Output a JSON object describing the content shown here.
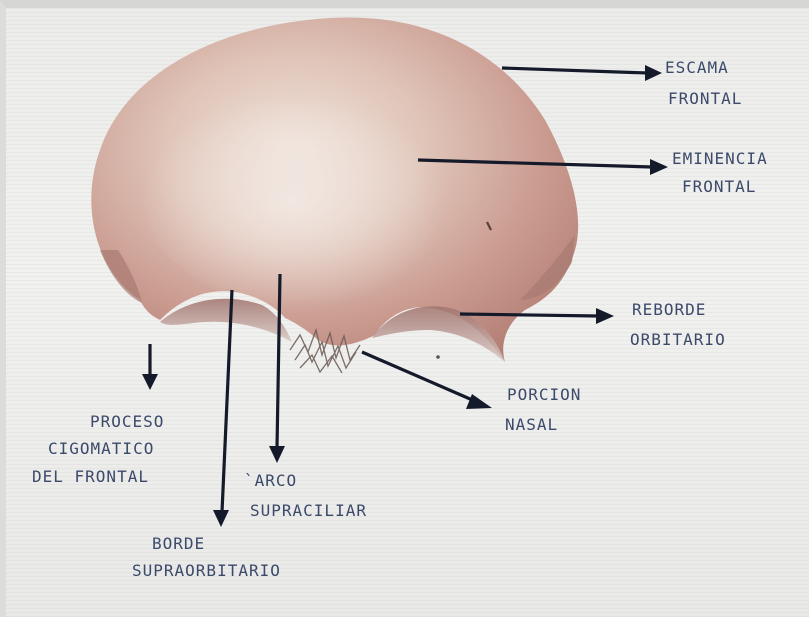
{
  "labels": {
    "escama": [
      "ESCAMA",
      "FRONTAL"
    ],
    "eminencia": [
      "EMINENCIA",
      "FRONTAL"
    ],
    "reborde": [
      "REBORDE",
      "ORBITARIO"
    ],
    "porcion": [
      "PORCION",
      "NASAL"
    ],
    "proceso": [
      "PROCESO",
      "CIGOMATICO",
      "DEL FRONTAL"
    ],
    "arco": [
      "`ARCO",
      "SUPRACILIAR"
    ],
    "borde": [
      "BORDE",
      "SUPRAORBITARIO"
    ]
  }
}
